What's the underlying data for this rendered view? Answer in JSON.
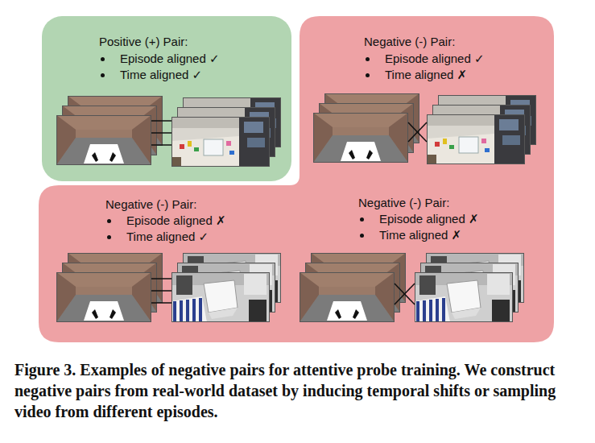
{
  "diagram": {
    "caption": "Figure 3. Examples of negative pairs for attentive probe training. We construct negative pairs from real-world dataset by inducing temporal shifts or sampling video from different episodes.",
    "nodes": [
      {
        "text": [
          "Positive (+) Pair:",
          "Episode aligned ✓",
          "Time aligned ✓"
        ]
      },
      {
        "text": [
          "Negative (-) Pair:",
          "Episode aligned ✓",
          "Time aligned ✗"
        ]
      },
      {
        "text": [
          "Negative (-) Pair:",
          "Episode aligned ✗",
          "Time aligned ✓"
        ]
      },
      {
        "text": [
          "Negative (-) Pair:",
          "Episode aligned ✗",
          "Time aligned ✗"
        ]
      }
    ]
  }
}
